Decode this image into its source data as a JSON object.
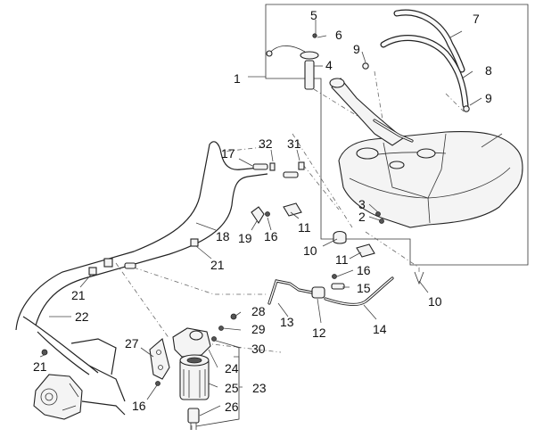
{
  "callouts": {
    "c1": "1",
    "c2": "2",
    "c3": "3",
    "c4": "4",
    "c5": "5",
    "c6": "6",
    "c7": "7",
    "c8": "8",
    "c9a": "9",
    "c9b": "9",
    "c10a": "10",
    "c10b": "10",
    "c11a": "11",
    "c11b": "11",
    "c12": "12",
    "c13": "13",
    "c14": "14",
    "c15": "15",
    "c16a": "16",
    "c16b": "16",
    "c16c": "16",
    "c17": "17",
    "c18": "18",
    "c19": "19",
    "c21a": "21",
    "c21b": "21",
    "c21c": "21",
    "c22": "22",
    "c23": "23",
    "c24": "24",
    "c25": "25",
    "c26": "26",
    "c27": "27",
    "c28": "28",
    "c29": "29",
    "c30": "30",
    "c31": "31",
    "c32": "32"
  }
}
